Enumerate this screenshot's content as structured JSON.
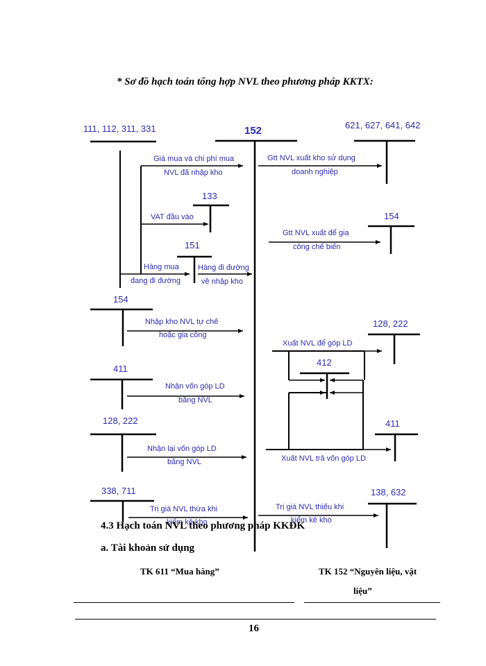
{
  "heading": "* Sơ đồ hạch toán tổng hợp NVL theo phương pháp KKTX:",
  "diagram": {
    "accounts": {
      "center": "152",
      "a111": "111, 112, 311, 331",
      "a133": "133",
      "a151": "151",
      "a154_left": "154",
      "a411_left": "411",
      "a128_left": "128, 222",
      "a338": "338, 711",
      "a621": "621, 627, 641, 642",
      "a154_right": "154",
      "a128_right": "128, 222",
      "a412": "412",
      "a411_right": "411",
      "a138": "138, 632"
    },
    "labels": {
      "gia_mua_1": "Giá mua và chi phí mua",
      "gia_mua_2": "NVL đã nhập kho",
      "vat": "VAT đầu vào",
      "hang_mua_1": "Hàng mua",
      "hang_mua_2": "đang đi đường",
      "hang_di_1": "Hàng đi đường",
      "hang_di_2": "về nhập kho",
      "nhap_tu_che_1": "Nhập kho NVL tự chế",
      "nhap_tu_che_2": "hoặc gia công",
      "nhan_von_1": "Nhận vốn góp LD",
      "nhan_von_2": "bằng NVL",
      "nhan_lai_1": "Nhận lại vốn góp LD",
      "nhan_lai_2": "bằng NVL",
      "tri_gia_thua_1": "Trị giá NVL thừa khi",
      "tri_gia_thua_2": "kiểm kê kho",
      "gtt_xuat_1": "Gtt NVL xuất kho sử dụng",
      "gtt_xuat_2": "doanh nghiệp",
      "gtt_gia_cong_1": "Gtt NVL xuất để gia",
      "gtt_gia_cong_2": "công chế biến",
      "xuat_gop": "Xuất NVL để góp LD",
      "xuat_tra": "Xuất NVL trả vốn góp LD",
      "tri_gia_thieu_1": "Trị giá NVL thiếu khi",
      "tri_gia_thieu_2": "kiểm kê kho"
    }
  },
  "section_title": "4.3 Hạch toán NVL theo phương pháp KKĐK",
  "subsection_title": "a. Tài khoản sử dụng",
  "tk611": "TK 611 “Mua hàng”",
  "tk152_line1": "TK 152 “Nguyên liệu, vật",
  "tk152_line2": "liệu”",
  "page_number": "16"
}
